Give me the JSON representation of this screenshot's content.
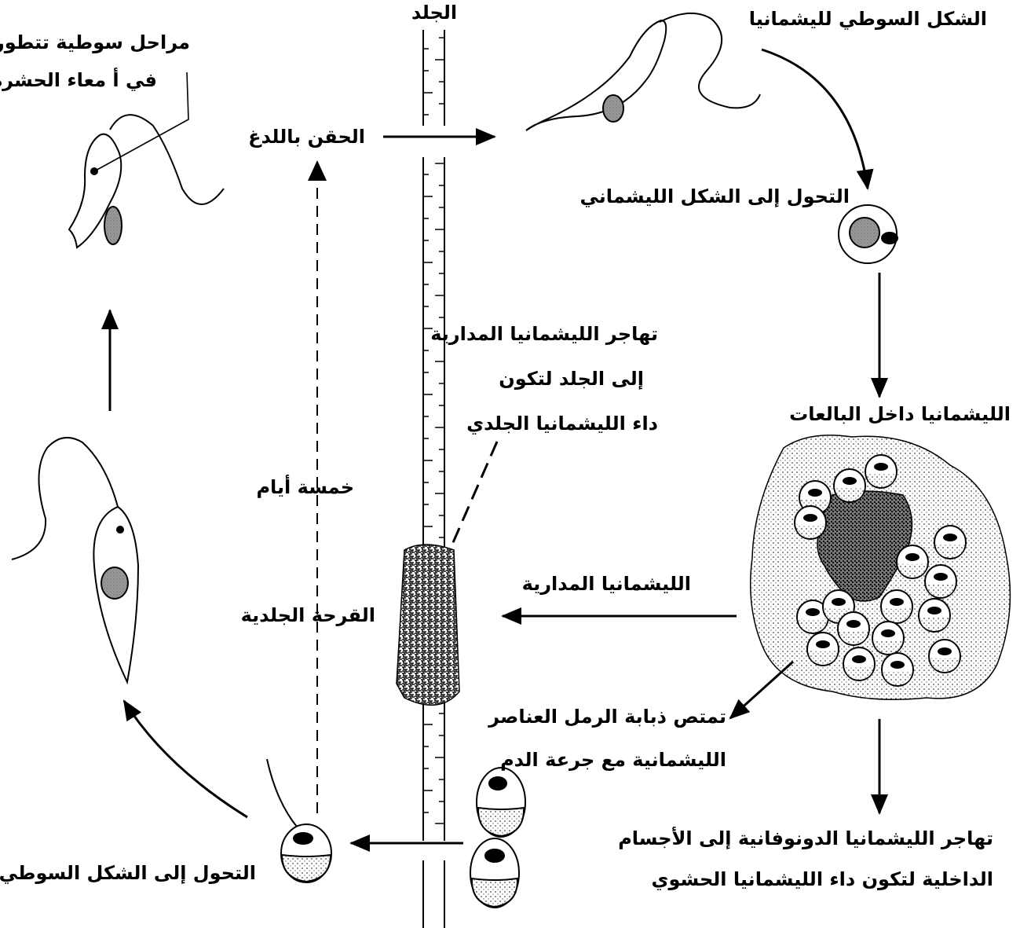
{
  "skin_label": "الجلد",
  "labels": {
    "flagellar_stages": [
      "مراحل سوطية تتطور",
      "في أ معاء الحشرة"
    ],
    "injection": "الحقن باللدغ",
    "promastigote": "الشكل السوطي لليشمانيا",
    "to_amastigote": "التحول إلى الشكل الليشماني",
    "in_macrophages": "الليشمانيا داخل البالعات",
    "cutaneous_migration": [
      "تهاجر الليشمانيا المدارية",
      "إلى الجلد لتكون",
      "داء الليشمانيا الجلدي"
    ],
    "five_days": "خمسة أيام",
    "ulcer": "القرحة الجلدية",
    "tropica": "الليشمانيا المدارية",
    "sandfly_sucks": [
      "تمتص ذبابة الرمل العناصر",
      "الليشمانية مع جرعة الدم"
    ],
    "visceral": [
      "تهاجر الليشمانيا الدونوفانية إلى الأجسام",
      "الداخلية لتكون داء الليشمانيا الحشوي"
    ],
    "to_flagellar": "التحول إلى الشكل السوطي"
  },
  "colors": {
    "ink": "#000000",
    "nucleus": "#9a9a9a",
    "stipple": "#555555",
    "ulcer": "#1a1a1a"
  }
}
